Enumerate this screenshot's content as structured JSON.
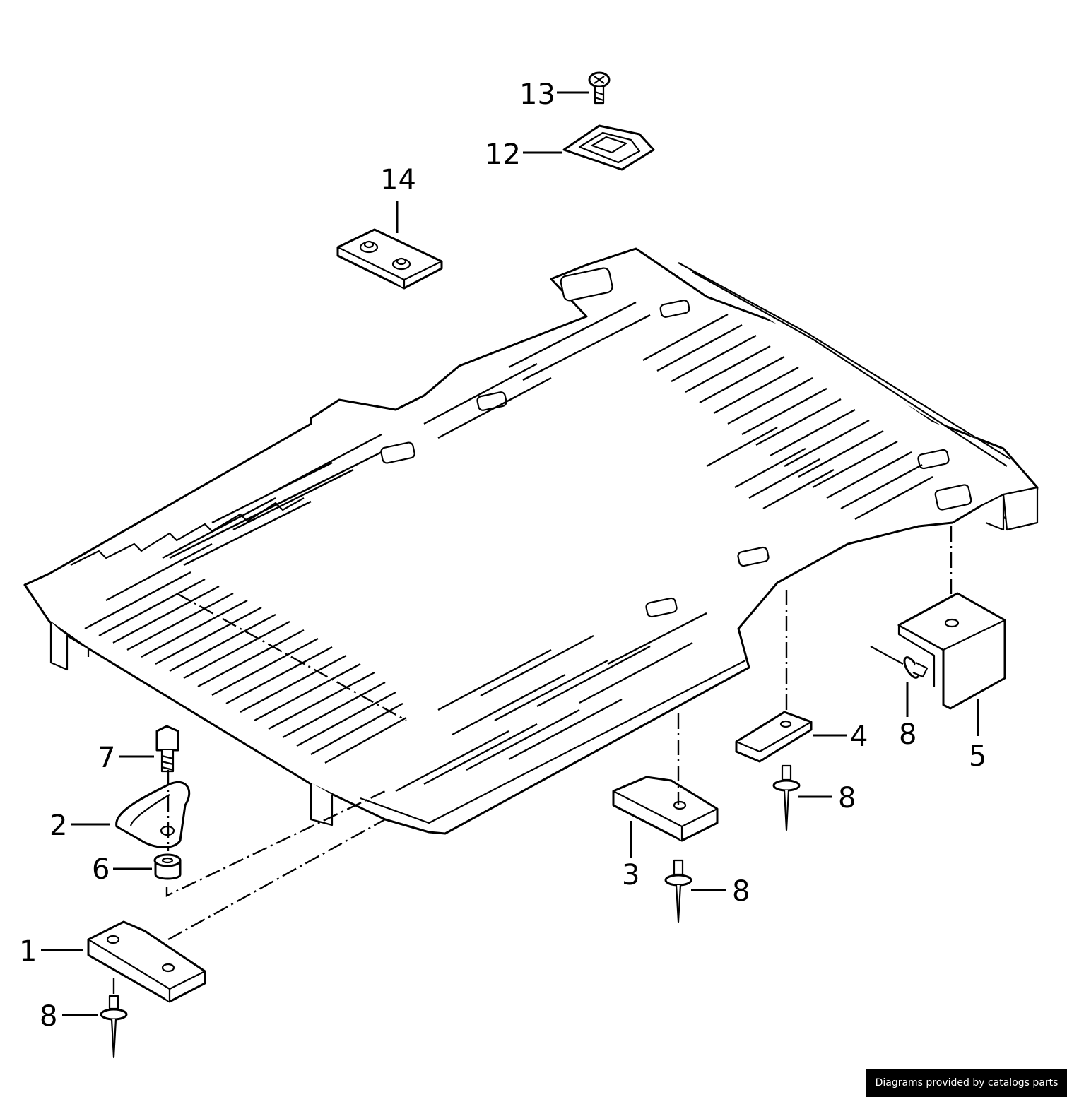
{
  "callouts": {
    "c1": "1",
    "c2": "2",
    "c3": "3",
    "c4": "4",
    "c5": "5",
    "c6": "6",
    "c7": "7",
    "c8a": "8",
    "c8b": "8",
    "c8c": "8",
    "c8d": "8",
    "c12": "12",
    "c13": "13",
    "c14": "14"
  },
  "credit": "Diagrams provided by catalogs parts",
  "colors": {
    "ink": "#000000",
    "paper": "#ffffff",
    "credit_bg": "#000000"
  }
}
